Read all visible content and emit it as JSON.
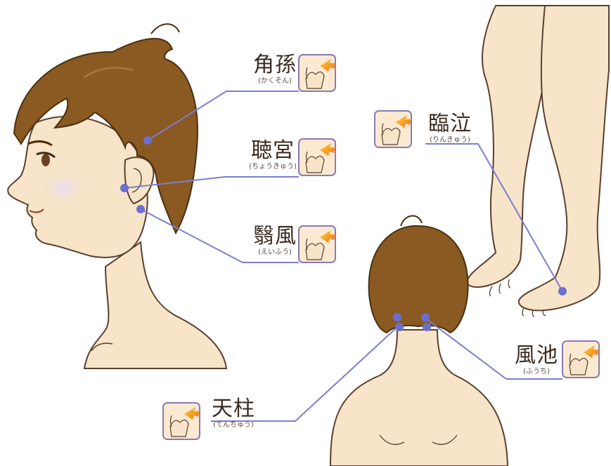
{
  "points": [
    {
      "id": "kakuson",
      "name": "角孫",
      "reading": "(かくそん)"
    },
    {
      "id": "choukyuu",
      "name": "聴宮",
      "reading": "(ちょうきゅう)"
    },
    {
      "id": "eifuu",
      "name": "翳風",
      "reading": "(えいふう)"
    },
    {
      "id": "rinkyuu",
      "name": "臨泣",
      "reading": "(りんきゅう)"
    },
    {
      "id": "fuuchi",
      "name": "風池",
      "reading": "(ふうち)"
    },
    {
      "id": "tenchuu",
      "name": "天柱",
      "reading": "(てんちゅう)"
    }
  ],
  "colors": {
    "skin": "#f8e4c8",
    "skin_stroke": "#5a4030",
    "hair": "#8a5a22",
    "hair_stroke": "#4a3010",
    "leader_line": "#7a7fd0",
    "point_dot": "#6a6fd0",
    "icon_border": "#8a7ab0",
    "icon_bg": "#fbe9d2",
    "arrow_orange": "#f39a1e"
  }
}
